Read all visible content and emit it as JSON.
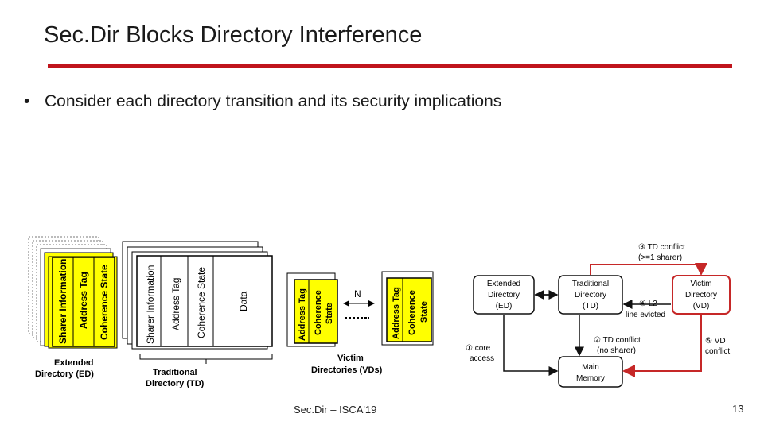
{
  "slide": {
    "title": "Sec.Dir Blocks Directory Interference",
    "bullet": "Consider each directory transition and its security implications",
    "footer": "Sec.Dir – ISCA'19",
    "page_number": "13",
    "accent_color": "#c0141c"
  },
  "left_diagram": {
    "ed_columns": [
      "Sharer Information",
      "Address Tag",
      "Coherence State"
    ],
    "ed_caption": [
      "Extended",
      "Directory (ED)"
    ],
    "td_columns": [
      "Sharer Information",
      "Address Tag",
      "Coherence State",
      "Data"
    ],
    "td_caption": [
      "Traditional",
      "Directory (TD)"
    ],
    "vd_columns": [
      "Address Tag",
      "Coherence",
      "State"
    ],
    "vd_columns_2": [
      "Address Tag",
      "Coherence",
      "State"
    ],
    "vd_n_label": "N",
    "vd_caption": [
      "Victim",
      "Directories (VDs)"
    ],
    "yellow": "#ffff00"
  },
  "right_diagram": {
    "ed_box": [
      "Extended",
      "Directory",
      "(ED)"
    ],
    "td_box": [
      "Traditional",
      "Directory",
      "(TD)"
    ],
    "vd_box": [
      "Victim",
      "Directory",
      "(VD)"
    ],
    "mem_box": [
      "Main",
      "Memory"
    ],
    "step1": [
      "① core",
      "access"
    ],
    "step2": [
      "② TD conflict",
      "(no sharer)"
    ],
    "step3": [
      "③ TD conflict",
      "(>=1 sharer)"
    ],
    "step4": [
      "④ L2",
      "line evicted"
    ],
    "step5": [
      "⑤ VD",
      "conflict"
    ],
    "arrow_red": "#c62828"
  }
}
